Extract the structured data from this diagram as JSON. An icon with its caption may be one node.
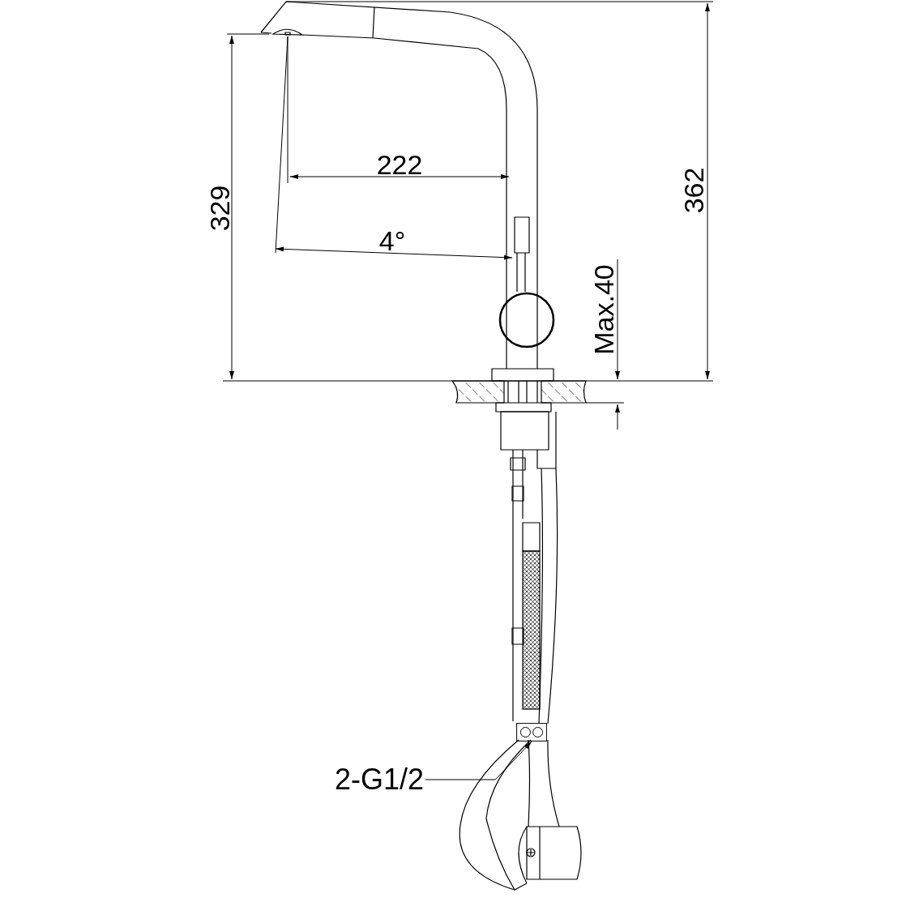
{
  "diagram": {
    "nodes": [
      {
        "text": [
          "2-G1/2"
        ]
      },
      {
        "text": [],
        "shape": "picture"
      }
    ],
    "edges": [
      {
        "from": 0,
        "to": 1,
        "arrow": "to"
      }
    ],
    "labels": [
      "222",
      "329",
      "4°",
      "362",
      "Max.40"
    ]
  }
}
